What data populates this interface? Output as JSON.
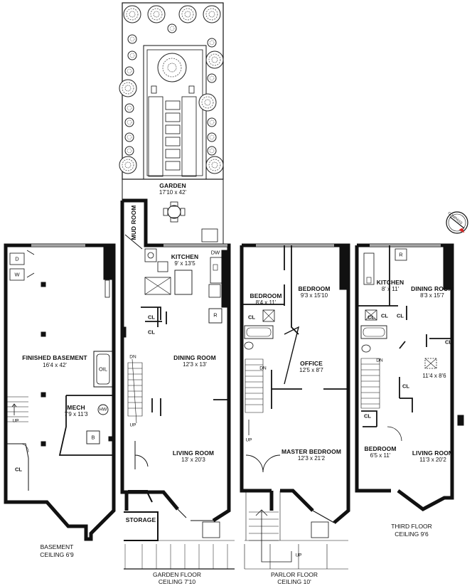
{
  "garden": {
    "name": "GARDEN",
    "dims": "17'10 x 42'"
  },
  "basement": {
    "footer_line1": "BASEMENT",
    "footer_line2": "CEILING 6'9",
    "rooms": [
      {
        "name": "FINISHED BASEMENT",
        "dims": "16'4 x 42'"
      },
      {
        "name": "MECH",
        "dims": "7'9 x 11'3"
      }
    ],
    "labels": {
      "d": "D",
      "w": "W",
      "oil": "OIL",
      "hw": "HW",
      "b": "B",
      "cl": "CL",
      "up": "UP"
    }
  },
  "garden_floor": {
    "footer_line1": "GARDEN FLOOR",
    "footer_line2": "CEILING 7'10",
    "rooms": [
      {
        "name": "MUD ROOM"
      },
      {
        "name": "KITCHEN",
        "dims": "9' x 13'5"
      },
      {
        "name": "DINING ROOM",
        "dims": "12'3 x 13'"
      },
      {
        "name": "LIVING ROOM",
        "dims": "13' x 20'3"
      },
      {
        "name": "STORAGE"
      }
    ],
    "labels": {
      "dw": "DW",
      "r": "R",
      "cl": "CL",
      "dn": "DN",
      "up": "UP"
    }
  },
  "parlor_floor": {
    "footer_line1": "PARLOR FLOOR",
    "footer_line2": "CEILING 10'",
    "rooms": [
      {
        "name": "BEDROOM",
        "dims": "8'4 x 11'"
      },
      {
        "name": "BEDROOM",
        "dims": "9'3 x 15'10"
      },
      {
        "name": "OFFICE",
        "dims": "12'5 x 8'7"
      },
      {
        "name": "MASTER BEDROOM",
        "dims": "12'3 x 21'2"
      }
    ],
    "labels": {
      "cl": "CL",
      "dn": "DN",
      "up": "UP"
    }
  },
  "third_floor": {
    "footer_line1": "THIRD FLOOR",
    "footer_line2": "CEILING 9'6",
    "rooms": [
      {
        "name": "KITCHEN",
        "dims": "8' x 11'"
      },
      {
        "name": "DINING ROOM",
        "dims": "8'3 x 15'7"
      },
      {
        "name": "BEDROOM",
        "dims": "6'5 x 11'"
      },
      {
        "name": "LIVING ROOM",
        "dims": "11'3 x 20'2"
      }
    ],
    "skylight_dims": "11'4 x 8'6",
    "labels": {
      "r": "R",
      "cl": "CL",
      "dn": "DN"
    }
  },
  "compass": {
    "label": "COMPASS",
    "north": "N"
  }
}
